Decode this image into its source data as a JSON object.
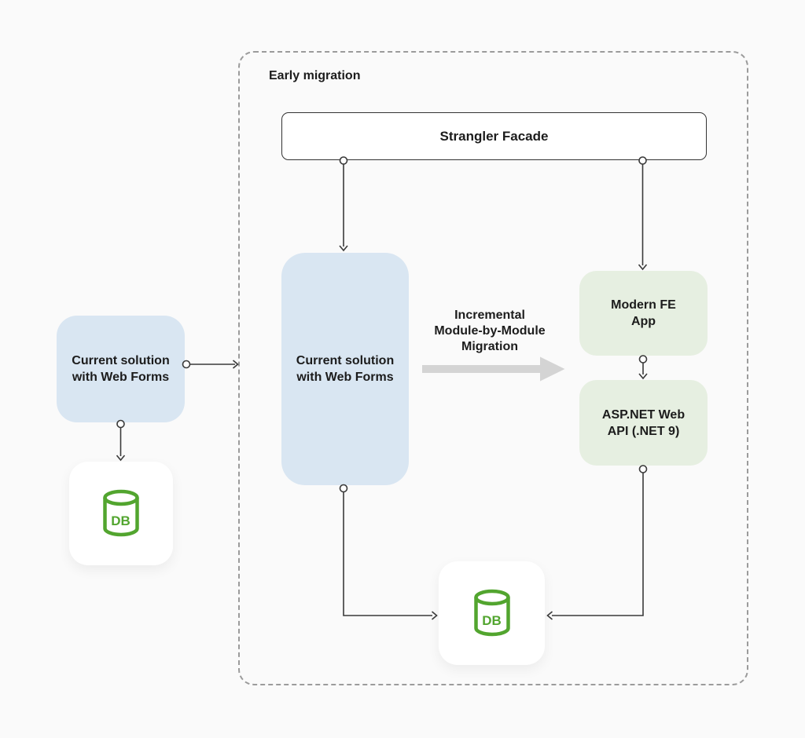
{
  "diagram": {
    "group_title": "Early migration",
    "facade_label": "Strangler Facade",
    "outside": {
      "current_solution_lines": [
        "Current solution",
        "with Web Forms"
      ],
      "db_label": "DB"
    },
    "migration": {
      "current_solution_lines": [
        "Current solution",
        "with Web Forms"
      ],
      "arrow_label_lines": [
        "Incremental",
        "Module-by-Module",
        "Migration"
      ],
      "modern_fe_lines": [
        "Modern FE",
        "App"
      ],
      "api_lines": [
        "ASP.NET Web",
        "API (.NET 9)"
      ],
      "db_label": "DB"
    }
  },
  "colors": {
    "bg": "#fafafa",
    "text": "#1c1c1c",
    "line": "#3a3a3a",
    "dash": "#9b9b9b",
    "node_blue": "#d9e6f2",
    "node_green": "#e6efe1",
    "arrow_gray": "#d4d4d4",
    "db_green": "#52a52f",
    "facade_border": "#333333",
    "card_white": "#ffffff"
  }
}
